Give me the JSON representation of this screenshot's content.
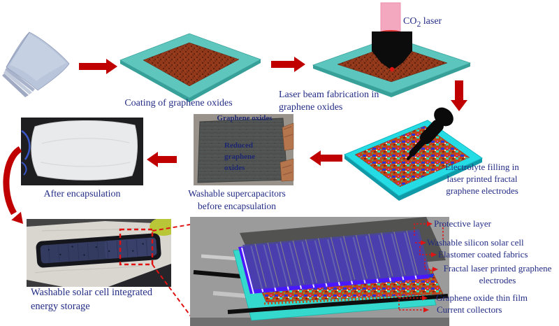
{
  "figure": {
    "title_implicit": "Fabrication scheme of washable solar cell integrated energy storage",
    "colors": {
      "arrow_red": "#c00000",
      "callout_red": "#e01212",
      "label_navy": "#232c85",
      "substrate_teal": "#5fc6be",
      "board_cyan": "#25dce4",
      "graphene_oxide_brown": "#93391b",
      "laser_beam_pink": "#f4a8bf",
      "panel_gray": "#9b9b9b",
      "solar_sheet_purple": "#3f3c88",
      "elastomer_blue": "#4a18ff"
    },
    "labels": {
      "coating": "Coating of graphene oxides",
      "laser_fab": [
        "Laser beam fabrication in",
        "graphene oxides"
      ],
      "co2": {
        "prefix": "CO",
        "sub": "2",
        "suffix": " laser"
      },
      "electrolyte": [
        "Electrolyte filling in",
        "laser printed fractal",
        "graphene electrodes"
      ],
      "supercap_overlay_top": "Graphene oxides",
      "supercap_overlay_mid": [
        "Reduced",
        "graphene",
        "oxides"
      ],
      "supercap_caption": [
        "Washable supercapacitors",
        "before encapsulation"
      ],
      "after_encapsulation": "After encapsulation",
      "solar_caption": [
        "Washable solar cell integrated",
        "energy storage"
      ],
      "layer_callouts": {
        "protective": "Protective layer",
        "solar_cell": "Washable silicon solar cell",
        "elastomer": "Elastomer coated fabrics",
        "fractal_line1": "Fractal laser printed graphene",
        "fractal_line2": "electrodes",
        "go_film": "Graphene oxide thin film",
        "collectors": "Current collectors"
      }
    }
  }
}
